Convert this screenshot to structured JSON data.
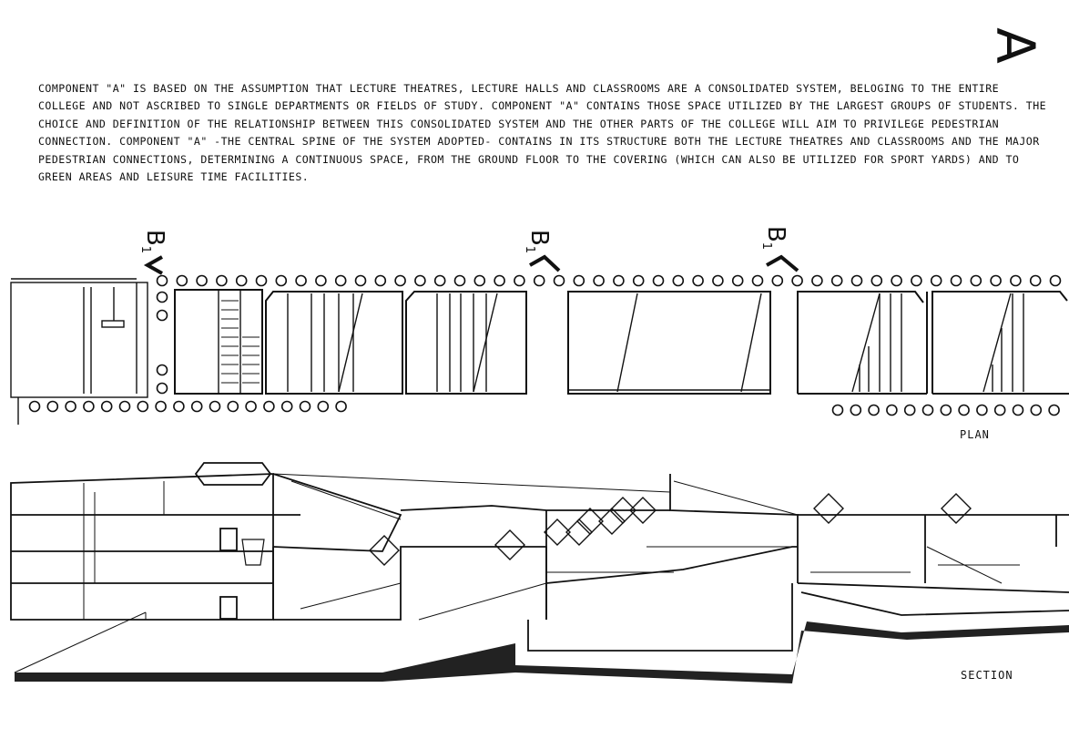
{
  "heading": {
    "letter": "A"
  },
  "intro_text": "COMPONENT \"A\" IS BASED ON THE ASSUMPTION THAT LECTURE THEATRES, LECTURE HALLS AND CLASSROOMS ARE A CONSOLIDATED SYSTEM, BELOGING TO THE ENTIRE COLLEGE AND NOT ASCRIBED TO SINGLE DEPARTMENTS OR FIELDS OF STUDY. COMPONENT \"A\" CONTAINS THOSE SPACE UTILIZED BY THE LARGEST GROUPS OF STUDENTS. THE CHOICE AND DEFINITION OF THE RELATIONSHIP BETWEEN THIS CONSOLIDATED SYSTEM AND THE OTHER PARTS OF THE COLLEGE WILL AIM TO PRIVILEGE PEDESTRIAN CONNECTION. COMPONENT \"A\" -THE CENTRAL SPINE OF THE SYSTEM ADOPTED- CONTAINS IN ITS STRUCTURE BOTH THE LECTURE THEATRES AND CLASSROOMS AND THE MAJOR PEDESTRIAN CONNECTIONS, DETERMINING A CONTINUOUS SPACE, FROM THE GROUND FLOOR TO THE COVERING (WHICH CAN ALSO BE UTILIZED FOR SPORT YARDS) AND TO GREEN AREAS AND LEISURE TIME FACILITIES.",
  "plan": {
    "label": "PLAN",
    "section_markers": [
      {
        "letter": "B",
        "sub": "1"
      },
      {
        "letter": "B",
        "sub": "1"
      },
      {
        "letter": "B",
        "sub": "1"
      }
    ]
  },
  "section": {
    "label": "SECTION"
  },
  "colors": {
    "ink": "#111111",
    "paper": "#ffffff"
  }
}
